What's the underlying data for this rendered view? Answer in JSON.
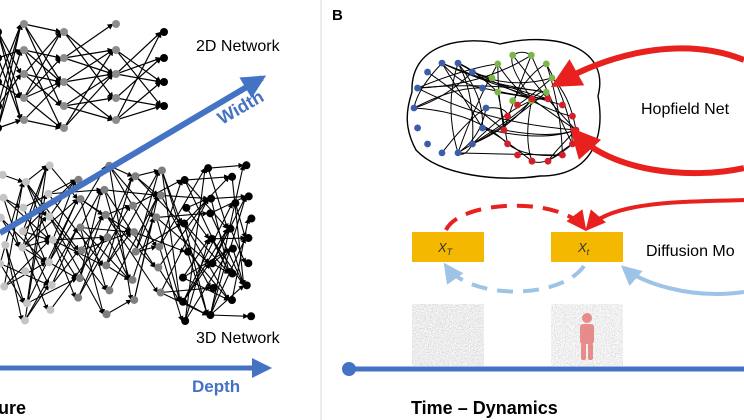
{
  "panel_b": {
    "label": "B"
  },
  "left_panel": {
    "label_2d": "2D Network",
    "label_3d": "3D Network",
    "width_label": "Width",
    "depth_label": "Depth",
    "caption_fragment": "ure"
  },
  "right_panel": {
    "hopfield_label": "Hopfield Net",
    "diffusion_label": "Diffusion Mo",
    "xT_label": "X",
    "xT_sub": "T",
    "xt_label": "X",
    "xt_sub": "t",
    "caption": "Time – Dynamics"
  },
  "colors": {
    "blue": "#4472c4",
    "red": "#e8201e",
    "light_blue": "#9dc3e6",
    "gold": "#f5b800",
    "node_blue": "#3a5ea8",
    "node_green": "#7ab648",
    "node_red": "#d21f2a"
  }
}
